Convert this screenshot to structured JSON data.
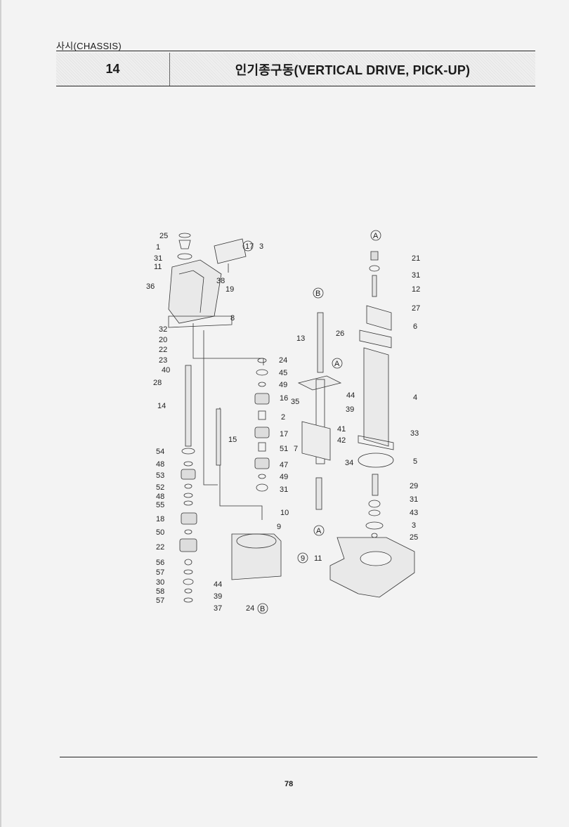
{
  "header": {
    "section": "사시(CHASSIS)",
    "number": "14",
    "title": "인기종구동(VERTICAL DRIVE, PICK-UP)"
  },
  "footer": {
    "page_number": "78"
  },
  "diagram": {
    "left_callouts": [
      {
        "label": "25"
      },
      {
        "label": "1"
      },
      {
        "label": "31"
      },
      {
        "label": "11"
      },
      {
        "label": "36"
      },
      {
        "label": "32"
      },
      {
        "label": "20"
      },
      {
        "label": "22"
      },
      {
        "label": "23"
      },
      {
        "label": "40"
      },
      {
        "label": "28"
      },
      {
        "label": "14"
      },
      {
        "label": "54"
      },
      {
        "label": "48"
      },
      {
        "label": "53"
      },
      {
        "label": "52"
      },
      {
        "label": "48"
      },
      {
        "label": "55"
      },
      {
        "label": "18"
      },
      {
        "label": "50"
      },
      {
        "label": "22"
      },
      {
        "label": "56"
      },
      {
        "label": "57"
      },
      {
        "label": "30"
      },
      {
        "label": "58"
      },
      {
        "label": "57"
      }
    ],
    "top_callouts": [
      {
        "label": "17"
      },
      {
        "label": "3"
      },
      {
        "label": "38"
      },
      {
        "label": "19"
      },
      {
        "label": "8"
      }
    ],
    "center_callouts": [
      {
        "label": "24"
      },
      {
        "label": "45"
      },
      {
        "label": "49"
      },
      {
        "label": "16"
      },
      {
        "label": "2"
      },
      {
        "label": "17"
      },
      {
        "label": "51"
      },
      {
        "label": "47"
      },
      {
        "label": "49"
      },
      {
        "label": "31"
      },
      {
        "label": "10"
      },
      {
        "label": "9"
      },
      {
        "label": "15"
      },
      {
        "label": "44"
      },
      {
        "label": "39"
      },
      {
        "label": "37"
      },
      {
        "label": "24"
      },
      {
        "label": "B"
      }
    ],
    "shaft_callouts": [
      {
        "label": "B"
      },
      {
        "label": "26"
      },
      {
        "label": "13"
      },
      {
        "label": "A"
      },
      {
        "label": "35"
      },
      {
        "label": "44"
      },
      {
        "label": "39"
      },
      {
        "label": "41"
      },
      {
        "label": "42"
      },
      {
        "label": "7"
      },
      {
        "label": "34"
      },
      {
        "label": "A"
      }
    ],
    "right_callouts": [
      {
        "label": "A"
      },
      {
        "label": "21"
      },
      {
        "label": "31"
      },
      {
        "label": "12"
      },
      {
        "label": "27"
      },
      {
        "label": "6"
      },
      {
        "label": "4"
      },
      {
        "label": "33"
      },
      {
        "label": "5"
      },
      {
        "label": "29"
      },
      {
        "label": "31"
      },
      {
        "label": "43"
      },
      {
        "label": "3"
      },
      {
        "label": "25"
      },
      {
        "label": "9"
      },
      {
        "label": "11"
      }
    ]
  }
}
